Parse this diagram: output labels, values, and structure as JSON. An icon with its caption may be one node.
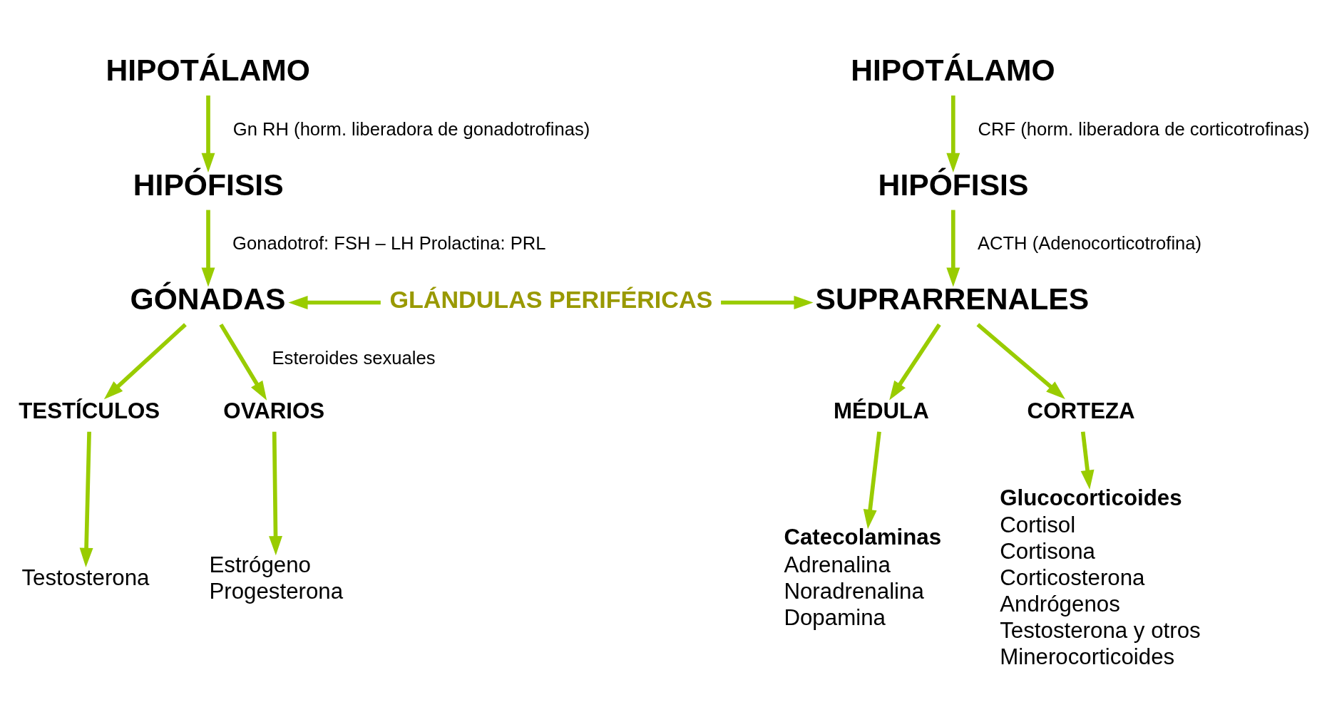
{
  "diagram": {
    "nodes": [
      {
        "text": [
          "HIPOTÁLAMO"
        ]
      },
      {
        "text": [
          "HIPÓFISIS"
        ]
      },
      {
        "text": [
          "GÓNADAS"
        ]
      },
      {
        "text": [
          "TESTÍCULOS"
        ]
      },
      {
        "text": [
          "OVARIOS"
        ]
      },
      {
        "text": [
          "Testosterona"
        ]
      },
      {
        "text": [
          "Estrógeno",
          "Progesterona"
        ]
      },
      {
        "text": [
          "GLÁNDULAS PERIFÉRICAS"
        ]
      },
      {
        "text": [
          "HIPOTÁLAMO"
        ]
      },
      {
        "text": [
          "HIPÓFISIS"
        ]
      },
      {
        "text": [
          "SUPRARRENALES"
        ]
      },
      {
        "text": [
          "MÉDULA"
        ]
      },
      {
        "text": [
          "CORTEZA"
        ]
      },
      {
        "text": [
          "Catecolaminas",
          "Adrenalina",
          "Noradrenalina",
          "Dopamina"
        ]
      },
      {
        "text": [
          "Glucocorticoides",
          "Cortisol",
          "Cortisona",
          "Corticosterona",
          "Andrógenos",
          "Testosterona y otros",
          "Minerocorticoides"
        ]
      }
    ],
    "edges": [
      {
        "from": 0,
        "to": 1,
        "arrow": "to",
        "label": "Gn RH (horm. liberadora de gonadotrofinas)"
      },
      {
        "from": 1,
        "to": 2,
        "arrow": "to",
        "label": "Gonadotrof: FSH – LH Prolactina: PRL"
      },
      {
        "from": 2,
        "to": 3,
        "arrow": "to"
      },
      {
        "from": 2,
        "to": 4,
        "arrow": "to",
        "label": "Esteroides sexuales"
      },
      {
        "from": 3,
        "to": 5,
        "arrow": "to"
      },
      {
        "from": 4,
        "to": 6,
        "arrow": "to"
      },
      {
        "from": 7,
        "to": 2,
        "arrow": "to"
      },
      {
        "from": 7,
        "to": 10,
        "arrow": "to"
      },
      {
        "from": 8,
        "to": 9,
        "arrow": "to",
        "label": "CRF (horm. liberadora de corticotrofinas)"
      },
      {
        "from": 9,
        "to": 10,
        "arrow": "to",
        "label": "ACTH (Adenocorticotrofina)"
      },
      {
        "from": 10,
        "to": 11,
        "arrow": "to"
      },
      {
        "from": 10,
        "to": 12,
        "arrow": "to"
      },
      {
        "from": 11,
        "to": 13,
        "arrow": "to"
      },
      {
        "from": 12,
        "to": 14,
        "arrow": "to"
      }
    ]
  }
}
